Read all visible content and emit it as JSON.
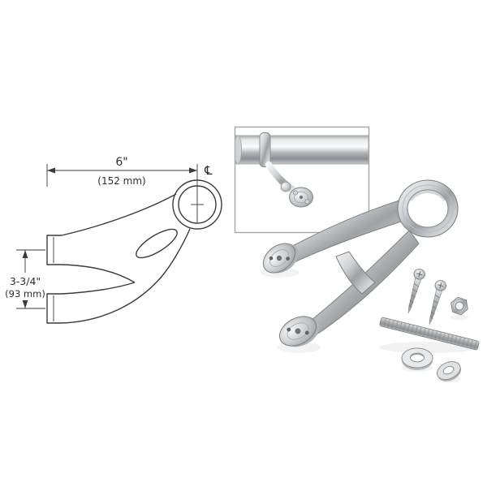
{
  "page": {
    "background_color": "#ffffff",
    "description_labels_visible": true
  },
  "technical_drawing": {
    "width_dimension": {
      "label": "6\"",
      "metric_label": "(152 mm)"
    },
    "height_dimension": {
      "label": "3-3/4\"",
      "metric_label": "(93 mm)"
    },
    "centerline_symbol": "℄",
    "line_color": "#3a3a3a"
  },
  "product_photo": {
    "finish_colors": {
      "chrome_highlight": "#f5f6f6",
      "chrome_mid": "#9da1a4",
      "chrome_shadow": "#7e8285"
    }
  }
}
